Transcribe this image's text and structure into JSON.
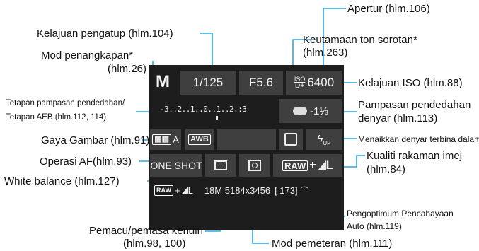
{
  "labels": {
    "apertur": "Apertur (hlm.106)",
    "kelajuan_pengatup": "Kelajuan pengatup (hlm.104)",
    "keutamaan_line1": "Keutamaan ton sorotan*",
    "keutamaan_line2": "(hlm.263)",
    "mod_penangkapan_line1": "Mod penangkapan*",
    "mod_penangkapan_line2": "(hlm.26)",
    "kelajuan_iso": "Kelajuan ISO (hlm.88)",
    "tetapan_line1": "Tetapan pampasan pendedahan/",
    "tetapan_line2": "Tetapan AEB (hlm.112, 114)",
    "pampasan_denyar_line1": "Pampasan pendedahan",
    "pampasan_denyar_line2": "denyar (hlm.113)",
    "gaya_gambar": "Gaya Gambar (hlm.91)",
    "menaikkan_denyar": "Menaikkan denyar terbina dalam",
    "operasi_af": "Operasi AF(hlm.93)",
    "kualiti_line1": "Kualiti rakaman imej",
    "kualiti_line2": "(hlm.84)",
    "white_balance": "White balance (hlm.127)",
    "pengoptimum_line1": "Pengoptimum Pencahayaan",
    "pengoptimum_line2": "Auto (hlm.119)",
    "pemacu_line1": "Pemacu/pemasa kendiri",
    "pemacu_line2": "(hlm.98, 100)",
    "mod_pemeteran": "Mod pemeteran (hlm.111)"
  },
  "screen": {
    "mode": "M",
    "shutter": "1/125",
    "aperture": "F5.6",
    "iso_label": "ISO",
    "iso_sub": "D+",
    "iso_value": "6400",
    "exposure_scale": "-3..2..1..0..1..2.:3",
    "flash_comp": "-1⅓",
    "picture_style": "A",
    "wb": "AWB",
    "af_mode": "ONE SHOT",
    "quality_raw": "RAW",
    "quality_plus": "+",
    "quality_l": "L",
    "status_quality": "+",
    "status_l": "L",
    "status_info": "18M 5184x3456",
    "status_shots": "[ 173]"
  },
  "colors": {
    "panel": "#1d1d1d",
    "cell": "#3f3f3f",
    "callout": "#2aa6e0"
  }
}
